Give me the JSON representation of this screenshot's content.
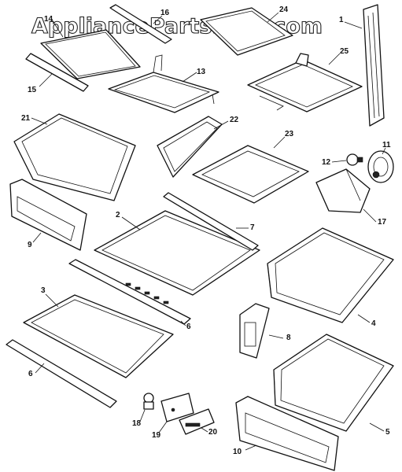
{
  "watermark": "AppliancePartsPros.com",
  "callouts": {
    "n1": "1",
    "n2": "2",
    "n3": "3",
    "n4": "4",
    "n5": "5",
    "n6a": "6",
    "n6b": "6",
    "n7": "7",
    "n8": "8",
    "n9": "9",
    "n10": "10",
    "n11": "11",
    "n12": "12",
    "n13": "13",
    "n14": "14",
    "n15": "15",
    "n16": "16",
    "n17": "17",
    "n18": "18",
    "n19": "19",
    "n20": "20",
    "n21": "21",
    "n22": "22",
    "n23": "23",
    "n24": "24",
    "n25": "25"
  }
}
